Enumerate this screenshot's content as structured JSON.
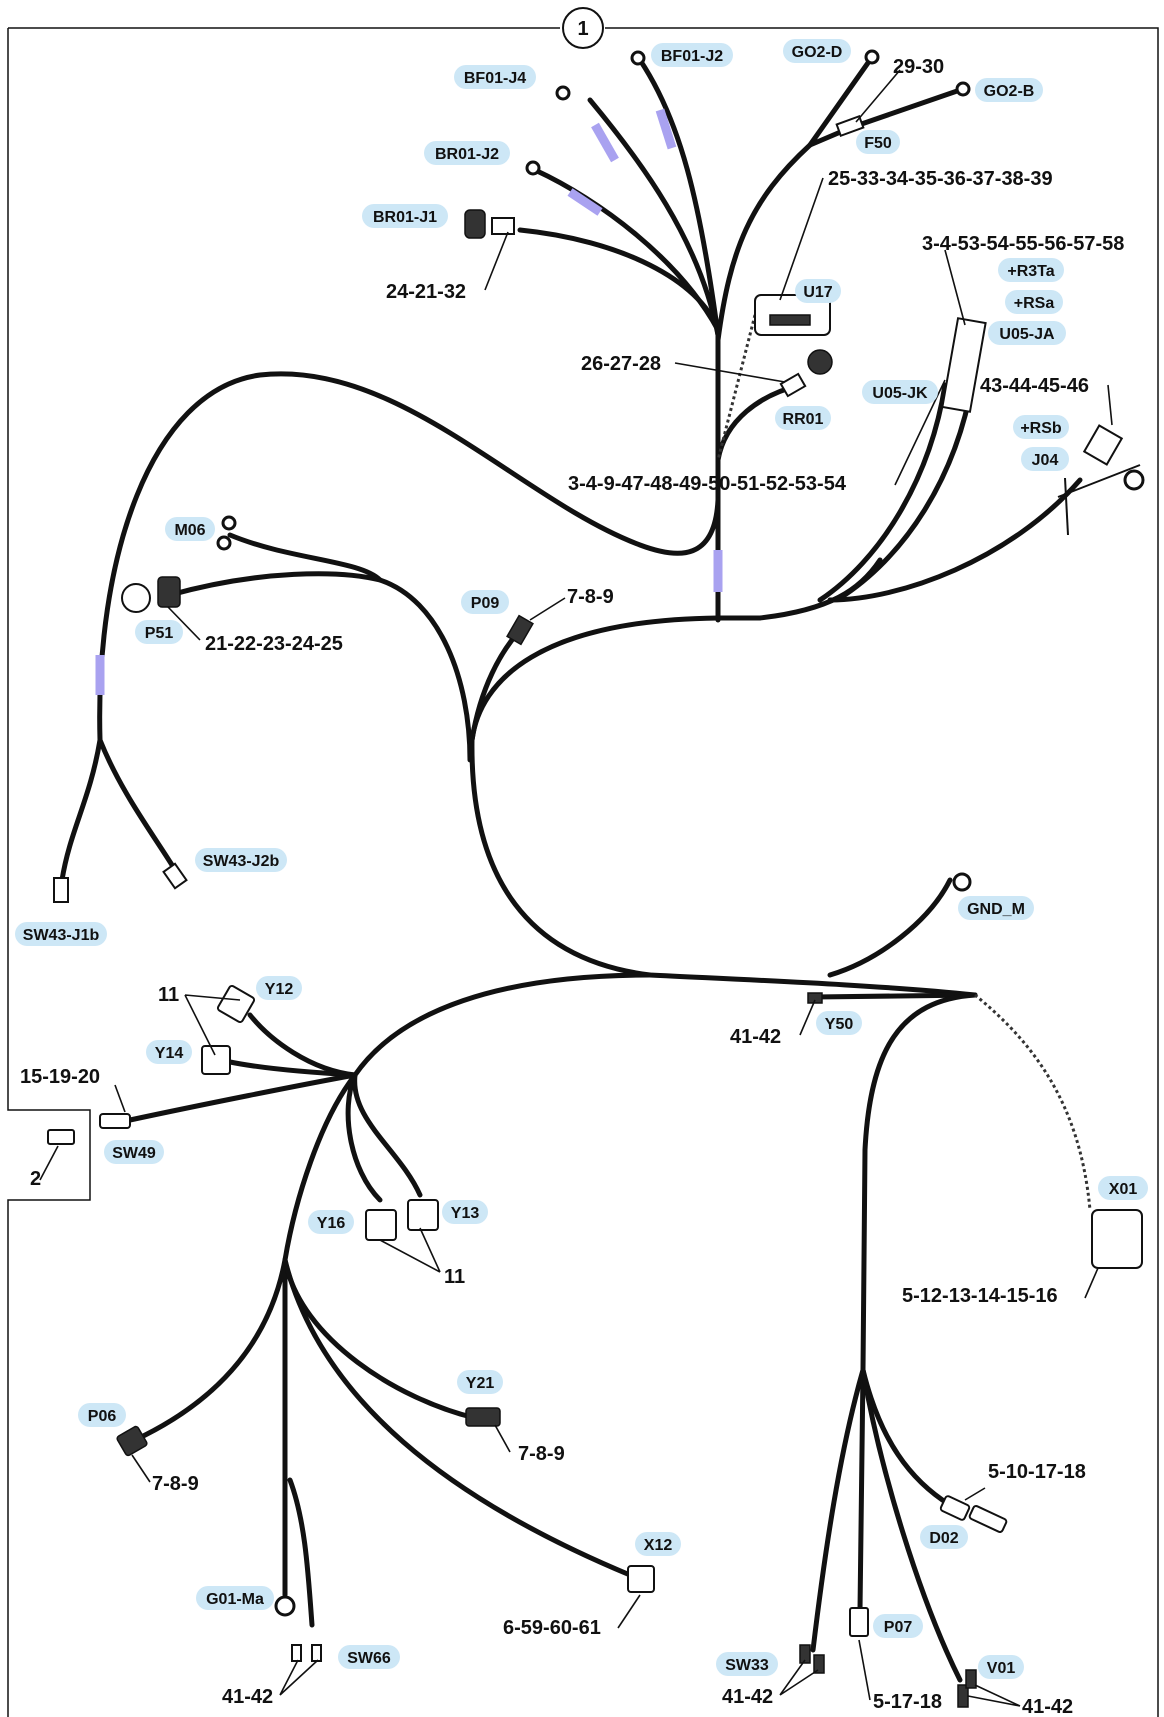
{
  "sheet": {
    "number": "1",
    "inset_item": "2"
  },
  "tags": {
    "bf01_j4": "BF01-J4",
    "bf01_j2": "BF01-J2",
    "go2_d": "GO2-D",
    "go2_b": "GO2-B",
    "f50": "F50",
    "br01_j2": "BR01-J2",
    "br01_j1": "BR01-J1",
    "u17": "U17",
    "r3ta": "+R3Ta",
    "rsa": "+RSa",
    "u05_ja": "U05-JA",
    "u05_jk": "U05-JK",
    "rr01": "RR01",
    "rsb": "+RSb",
    "j04": "J04",
    "m06": "M06",
    "p09": "P09",
    "p51": "P51",
    "sw43_j2b": "SW43-J2b",
    "sw43_j1b": "SW43-J1b",
    "gnd_m": "GND_M",
    "y12": "Y12",
    "y14": "Y14",
    "y50": "Y50",
    "sw49": "SW49",
    "x01": "X01",
    "y16": "Y16",
    "y13": "Y13",
    "y21": "Y21",
    "p06": "P06",
    "d02": "D02",
    "x12": "X12",
    "g01_ma": "G01-Ma",
    "sw66": "SW66",
    "p07": "P07",
    "sw33": "SW33",
    "v01": "V01"
  },
  "codes": {
    "c_29_30": "29-30",
    "c_25_39": "25-33-34-35-36-37-38-39",
    "c_3_58": "3-4-53-54-55-56-57-58",
    "c_24_21_32": "24-21-32",
    "c_26_27_28": "26-27-28",
    "c_43_46": "43-44-45-46",
    "c_3_54": "3-4-9-47-48-49-50-51-52-53-54",
    "c_789_p09": "7-8-9",
    "c_21_25": "21-22-23-24-25",
    "c_11_top": "11",
    "c_41_42_y50": "41-42",
    "c_15_19_20": "15-19-20",
    "c_11_bottom": "11",
    "c_5_16": "5-12-13-14-15-16",
    "c_789_y21": "7-8-9",
    "c_789_p06": "7-8-9",
    "c_5_10_17_18": "5-10-17-18",
    "c_6_61": "6-59-60-61",
    "c_41_42_sw66": "41-42",
    "c_41_42_sw33": "41-42",
    "c_5_17_18": "5-17-18",
    "c_41_42_v01": "41-42"
  }
}
